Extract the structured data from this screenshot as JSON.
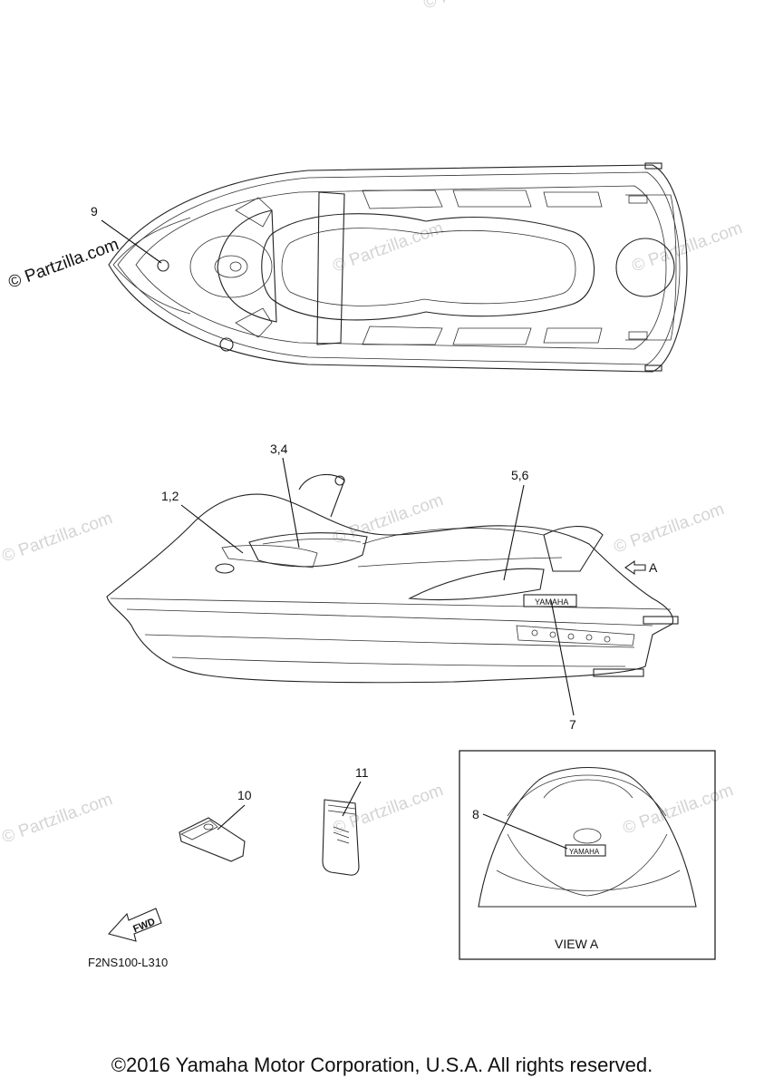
{
  "watermark": {
    "text": "© Partzilla.com",
    "text_bold": "© Partzilla.com"
  },
  "callouts": {
    "c9": "9",
    "c34": "3,4",
    "c12": "1,2",
    "c56": "5,6",
    "cA": "A",
    "c7": "7",
    "c10": "10",
    "c11": "11",
    "c8": "8"
  },
  "view_a": {
    "label": "VIEW A"
  },
  "diagram_code": "F2NS100-L310",
  "fwd_label": "FWD",
  "decal_text": "YAMAHA",
  "footer": {
    "copyright": "©2016 Yamaha Motor Corporation, U.S.A. All rights reserved."
  },
  "colors": {
    "line": "#222222",
    "watermark": "#d4d4d4"
  }
}
